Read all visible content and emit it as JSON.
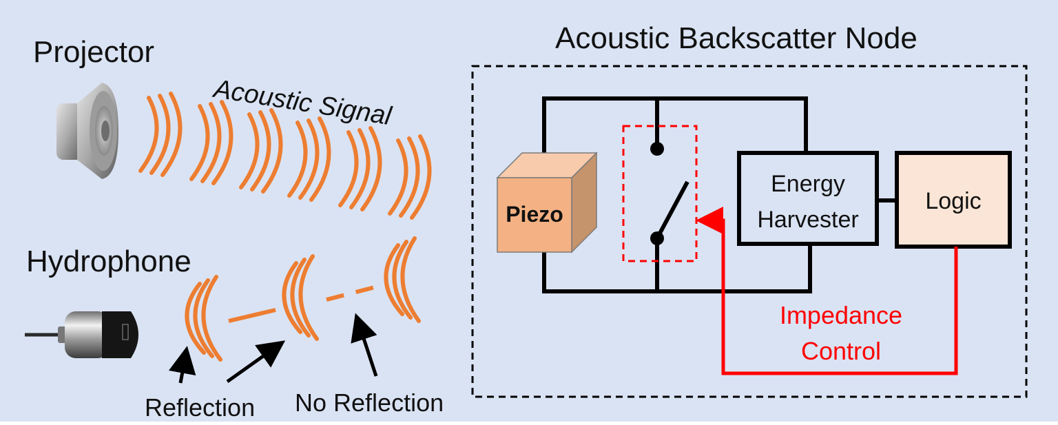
{
  "left": {
    "projector_label": "Projector",
    "signal_label": "Acoustic Signal",
    "hydrophone_label": "Hydrophone",
    "reflection_label": "Reflection",
    "no_reflection_label": "No Reflection"
  },
  "node": {
    "title": "Acoustic Backscatter Node",
    "piezo_label": "Piezo",
    "energy_label_line1": "Energy",
    "energy_label_line2": "Harvester",
    "logic_label": "Logic",
    "impedance_line1": "Impedance",
    "impedance_line2": "Control"
  },
  "colors": {
    "background": "#dae3f3",
    "wave": "#ed7d31",
    "wire": "#000000",
    "control": "#ff0000",
    "piezo_front": "#f4b183",
    "logic_fill": "#fbe5d6"
  },
  "icons": [
    "speaker-icon",
    "hydrophone-icon"
  ]
}
